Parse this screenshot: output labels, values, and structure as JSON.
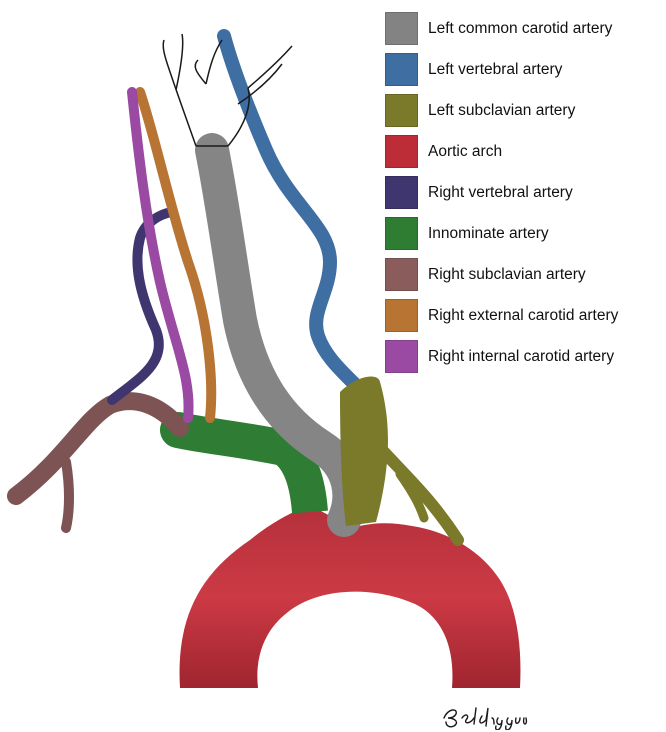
{
  "legend": [
    {
      "id": "left-common-carotid",
      "label": "Left common carotid artery",
      "color": "#838383"
    },
    {
      "id": "left-vertebral",
      "label": "Left vertebral artery",
      "color": "#3e6ea2"
    },
    {
      "id": "left-subclavian",
      "label": "Left subclavian artery",
      "color": "#7a7a2a"
    },
    {
      "id": "aortic-arch",
      "label": "Aortic arch",
      "color": "#bd2d38"
    },
    {
      "id": "right-vertebral",
      "label": "Right vertebral artery",
      "color": "#3f3670"
    },
    {
      "id": "innominate",
      "label": "Innominate artery",
      "color": "#2e7d33"
    },
    {
      "id": "right-subclavian",
      "label": "Right subclavian artery",
      "color": "#8a5c5c"
    },
    {
      "id": "right-external-carotid",
      "label": "Right external carotid artery",
      "color": "#b77432"
    },
    {
      "id": "right-internal-carotid",
      "label": "Right internal carotid artery",
      "color": "#9a4aa2"
    }
  ],
  "signature": "Beldiggera"
}
